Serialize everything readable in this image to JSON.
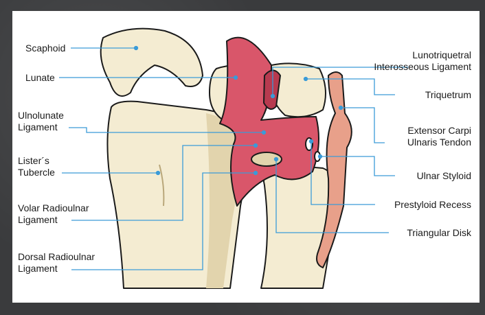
{
  "labels_left": [
    {
      "id": "scaphoid",
      "lines": [
        "Scaphoid"
      ]
    },
    {
      "id": "lunate",
      "lines": [
        "Lunate"
      ]
    },
    {
      "id": "ulnolunate",
      "lines": [
        "Ulnolunate",
        "Ligament"
      ]
    },
    {
      "id": "listers",
      "lines": [
        "Lister´s",
        "Tubercle"
      ]
    },
    {
      "id": "volar",
      "lines": [
        "Volar Radioulnar",
        "Ligament"
      ]
    },
    {
      "id": "dorsal",
      "lines": [
        "Dorsal Radioulnar",
        "Ligament"
      ]
    }
  ],
  "labels_right": [
    {
      "id": "lunotriquetral",
      "lines": [
        "Lunotriquetral",
        "Interosseous Ligament"
      ]
    },
    {
      "id": "triquetrum",
      "lines": [
        "Triquetrum"
      ]
    },
    {
      "id": "ecu",
      "lines": [
        "Extensor Carpi",
        "Ulnaris Tendon"
      ]
    },
    {
      "id": "ulnar_styloid",
      "lines": [
        "Ulnar Styloid"
      ]
    },
    {
      "id": "prestyloid",
      "lines": [
        "Prestyloid Recess"
      ]
    },
    {
      "id": "triangular",
      "lines": [
        "Triangular Disk"
      ]
    }
  ],
  "colors": {
    "leader": "#3a9bd8",
    "bone": "#f4ecd2",
    "bone_shade": "#e2d4ad",
    "ligament": "#d9566a",
    "ligament_dark": "#b73a4f",
    "tendon": "#e8a08a",
    "outline": "#1a1a1a"
  }
}
